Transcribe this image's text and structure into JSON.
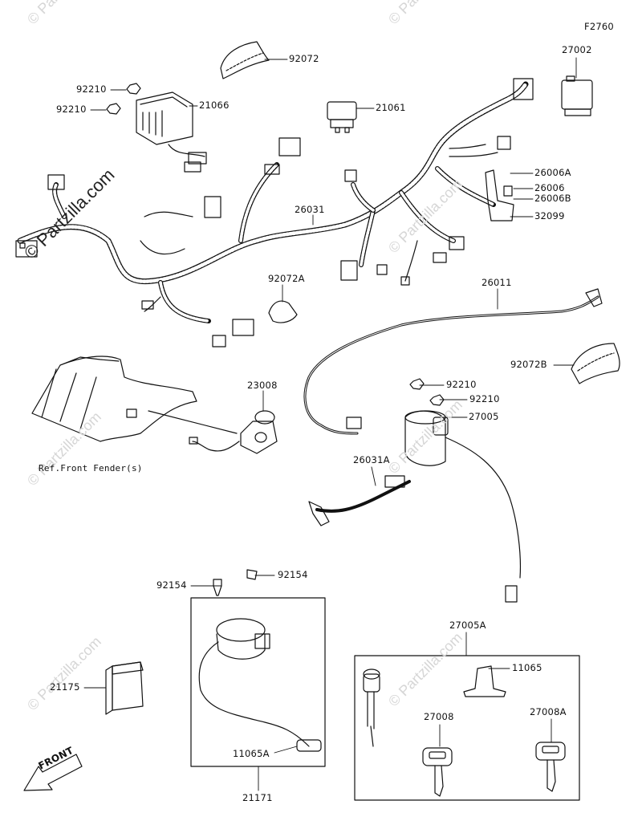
{
  "diagram_code": "F2760",
  "watermark": "© Partzilla.com",
  "part_labels": {
    "p92072": "92072",
    "p27002": "27002",
    "p92210_a": "92210",
    "p92210_b": "92210",
    "p21066": "21066",
    "p21061": "21061",
    "p26006A": "26006A",
    "p26006": "26006",
    "p26006B": "26006B",
    "p32099": "32099",
    "p26031": "26031",
    "p92072A": "92072A",
    "p26011": "26011",
    "p92072B": "92072B",
    "p23008": "23008",
    "p92210_c": "92210",
    "p92210_d": "92210",
    "p27005": "27005",
    "ref_front_fender": "Ref.Front Fender(s)",
    "p26031A": "26031A",
    "p92154_a": "92154",
    "p92154_b": "92154",
    "p27005A": "27005A",
    "p11065": "11065",
    "p21175": "21175",
    "p27008": "27008",
    "p27008A": "27008A",
    "p11065A": "11065A",
    "p21171": "21171",
    "front_arrow": "FRONT"
  }
}
